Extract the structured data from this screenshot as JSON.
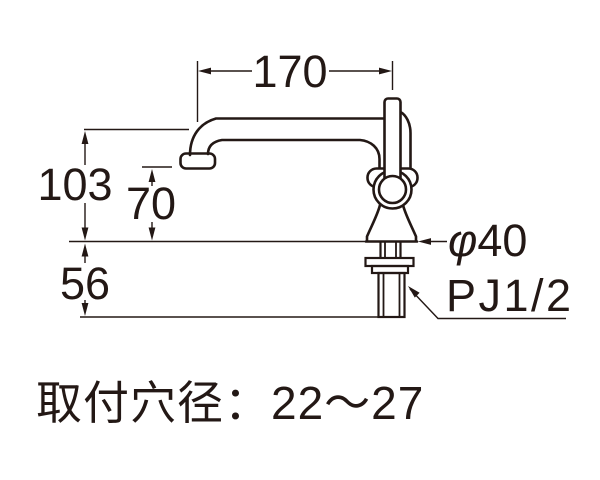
{
  "diagram": {
    "type": "faucet-dimension-drawing",
    "colors": {
      "ink": "#231815",
      "background": "#ffffff"
    },
    "dimensions": {
      "spout_length": {
        "value": "170",
        "unit": "mm-implied"
      },
      "total_height": {
        "value": "103",
        "unit": "mm-implied"
      },
      "outlet_height": {
        "value": "70",
        "unit": "mm-implied"
      },
      "shank_length": {
        "value": "56",
        "unit": "mm-implied"
      },
      "body_diameter": {
        "symbol": "φ",
        "value": "40"
      },
      "thread": {
        "value": "PJ1/2"
      }
    },
    "caption": {
      "text": "取付穴径：22～27"
    }
  }
}
